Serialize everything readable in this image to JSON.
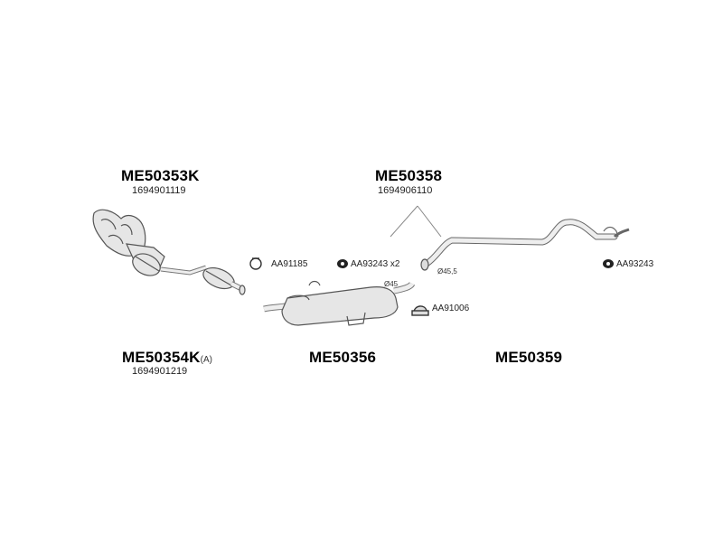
{
  "parts": {
    "me50353k": {
      "code": "ME50353K",
      "ref": "1694901119"
    },
    "me50358": {
      "code": "ME50358",
      "ref": "1694906110"
    },
    "me50354k": {
      "code": "ME50354K",
      "suffix": "(A)",
      "ref": "1694901219"
    },
    "me50356": {
      "code": "ME50356"
    },
    "me50359": {
      "code": "ME50359"
    }
  },
  "accessories": {
    "aa91185": "AA91185",
    "aa93243x2": "AA93243 x2",
    "aa93243": "AA93243",
    "aa91006": "AA91006"
  },
  "dimensions": {
    "d45": "Ø45",
    "d45_5": "Ø45,5"
  },
  "colors": {
    "line": "#555555",
    "fill": "#e6e6e6",
    "dark": "#222222"
  }
}
